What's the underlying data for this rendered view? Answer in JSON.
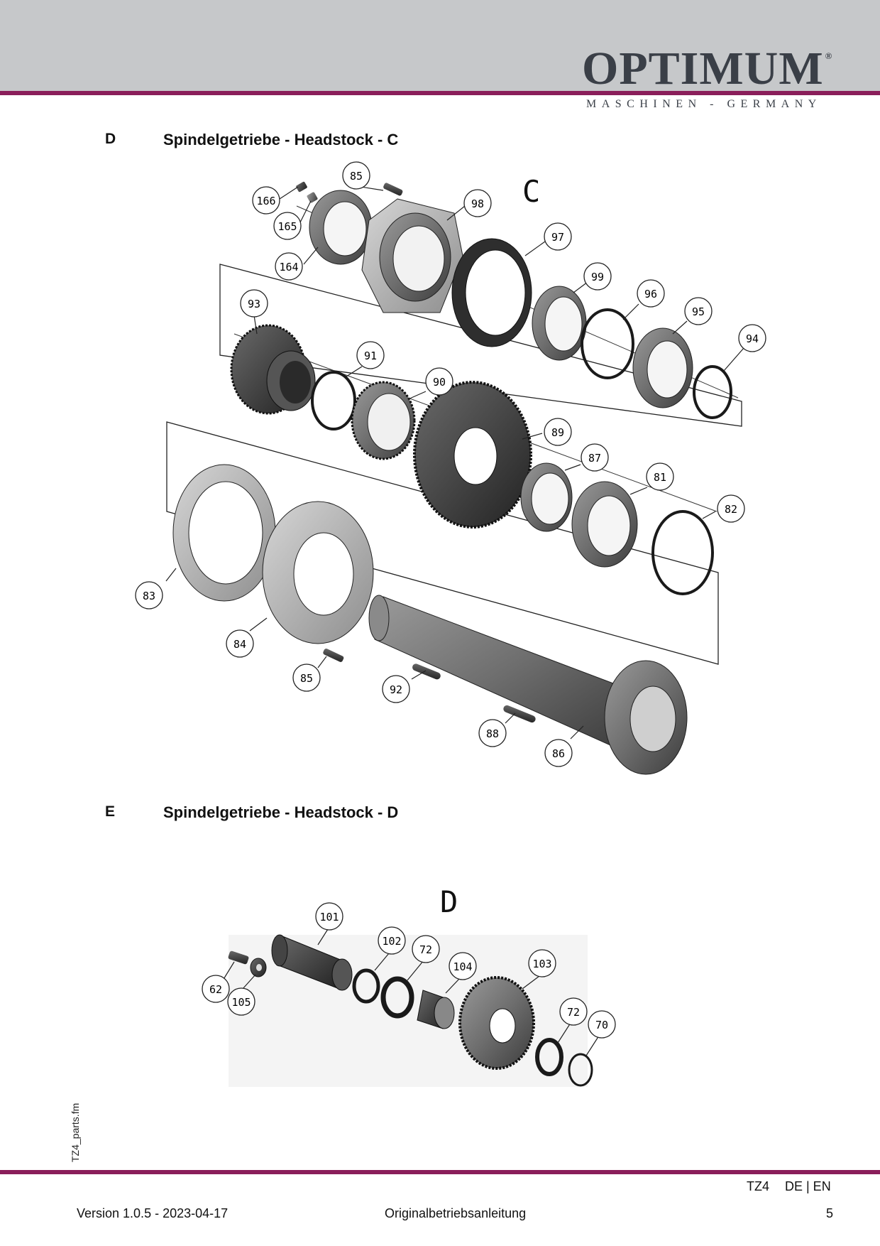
{
  "header": {
    "logo": "OPTIMUM",
    "logo_mark": "®",
    "logo_subtitle": "MASCHINEN - GERMANY"
  },
  "sections": [
    {
      "letter": "D",
      "title": "Spindelgetriebe - Headstock - C",
      "figure_label": "C"
    },
    {
      "letter": "E",
      "title": "Spindelgetriebe - Headstock - D",
      "figure_label": "D"
    }
  ],
  "callouts_c": [
    "166",
    "165",
    "164",
    "85",
    "98",
    "97",
    "99",
    "96",
    "95",
    "94",
    "93",
    "91",
    "90",
    "89",
    "87",
    "81",
    "82",
    "83",
    "84",
    "85",
    "92",
    "88",
    "86"
  ],
  "callouts_d": [
    "101",
    "102",
    "72",
    "104",
    "103",
    "72",
    "70",
    "62",
    "105"
  ],
  "side_file": "TZ4_parts.fm",
  "footer": {
    "model": "TZ4",
    "languages": "DE | EN",
    "version": "Version 1.0.5 - 2023-04-17",
    "doc_type": "Originalbetriebsanleitung",
    "page": "5"
  },
  "colors": {
    "brand": "#8a1e5a",
    "header_band": "#c6c8ca",
    "logo": "#3a3f47"
  }
}
